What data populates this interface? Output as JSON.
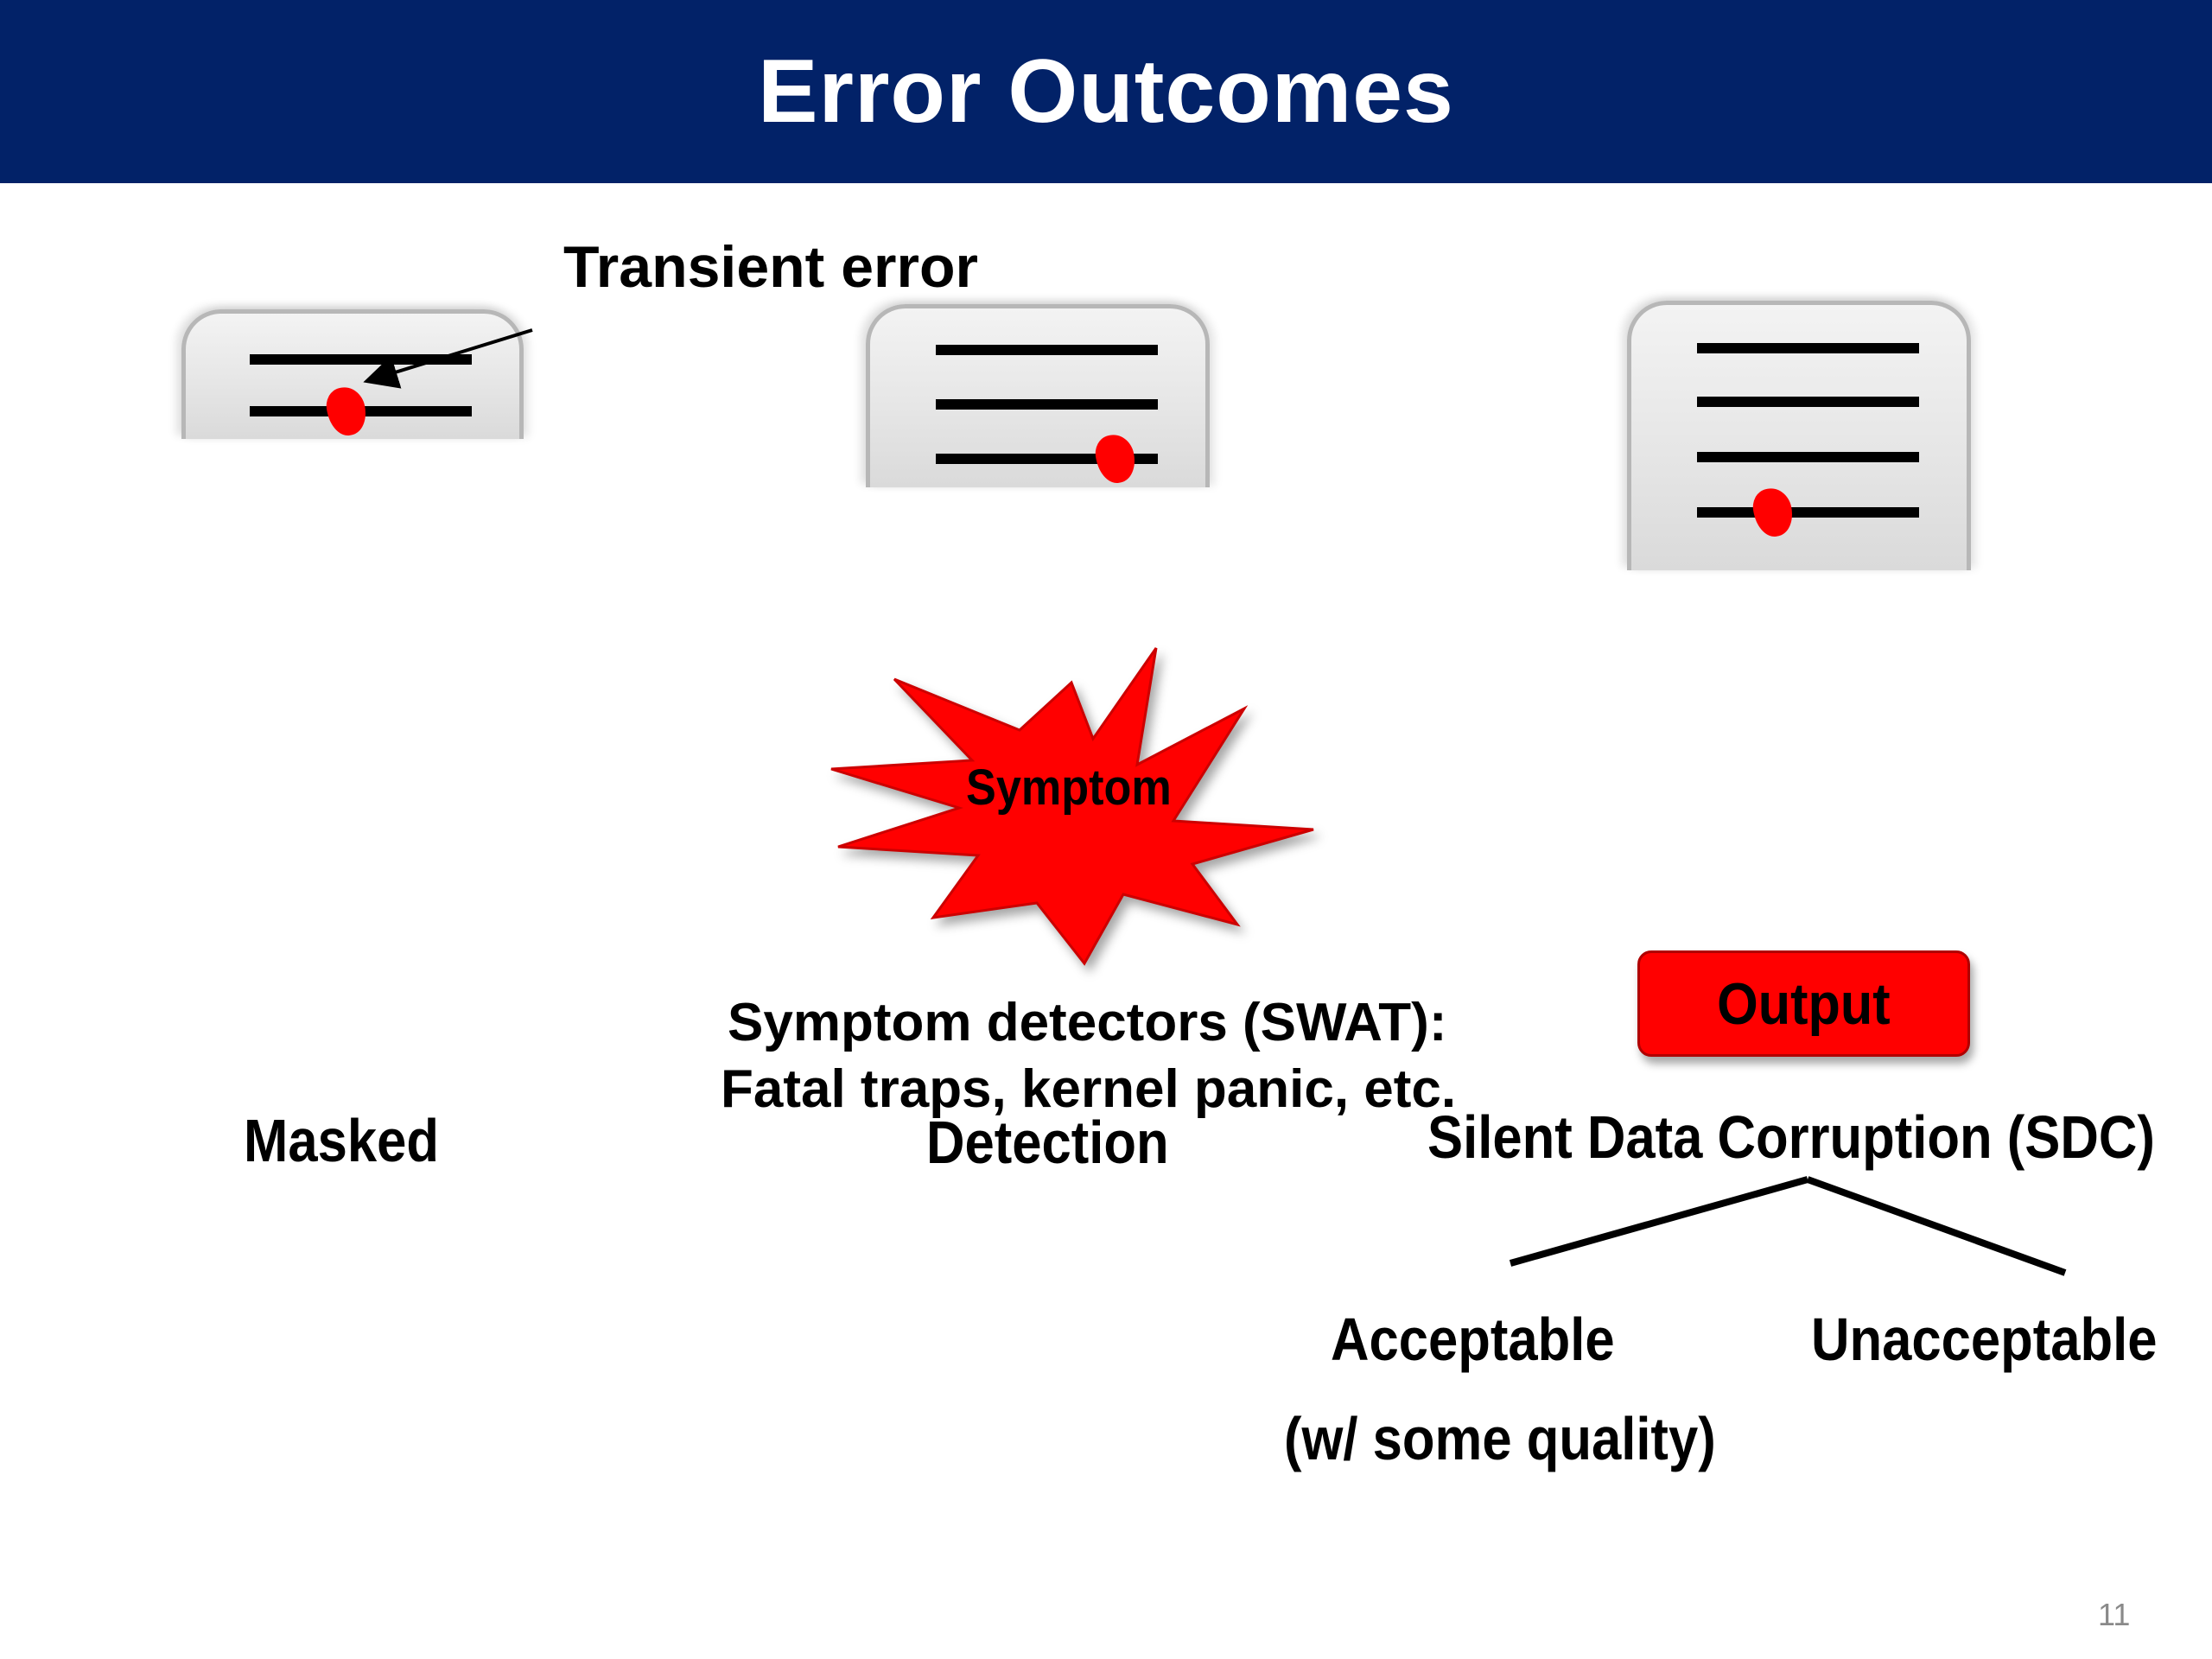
{
  "slide": {
    "title": "Error Outcomes",
    "page_number": "11"
  },
  "diagram": {
    "transient_error_label": "Transient  error",
    "symptom_label": "Symptom",
    "detectors_line1": "Symptom detectors (SWAT):",
    "detectors_line2": "Fatal traps, kernel panic, etc.",
    "output_label": "Output",
    "outcomes": {
      "masked": "Masked",
      "detection": "Detection",
      "sdc": "Silent Data Corruption (SDC)"
    },
    "sdc_branches": {
      "acceptable": "Acceptable",
      "acceptable_note": "(w/ some quality)",
      "unacceptable": "Unacceptable"
    }
  },
  "colors": {
    "title_bar": "#022268",
    "error": "#ff0000",
    "document": "#e6e6e6"
  }
}
